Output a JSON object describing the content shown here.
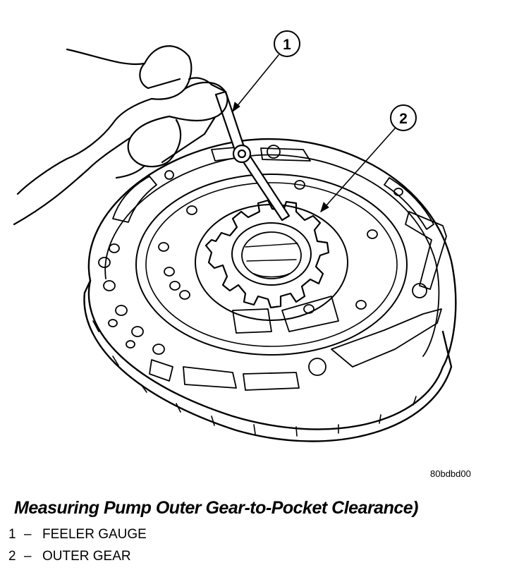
{
  "figure_code": "80bdbd00",
  "caption": "Measuring Pump Outer Gear-to-Pocket Clearance)",
  "callouts": [
    {
      "number": "1"
    },
    {
      "number": "2"
    }
  ],
  "legend": [
    {
      "number": "1",
      "separator": "–",
      "label": "FEELER GAUGE"
    },
    {
      "number": "2",
      "separator": "–",
      "label": "OUTER GEAR"
    }
  ]
}
